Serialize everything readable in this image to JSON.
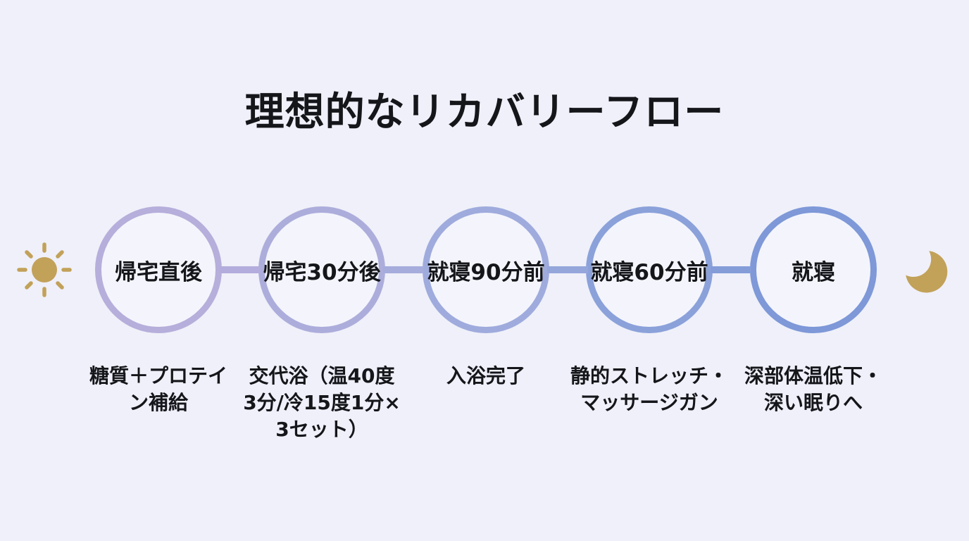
{
  "title": "理想的なリカバリーフロー",
  "colors": {
    "background": "#eff0f9",
    "text": "#14161a",
    "circle_fill": "#f4f5fc",
    "icon_gold": "#c2a159"
  },
  "icons": {
    "left": "sun-icon",
    "right": "moon-icon"
  },
  "steps": [
    {
      "time": "帰宅直後",
      "detail": "糖質＋プロテイ\nン補給",
      "circle_color": "#b6aedb"
    },
    {
      "time": "帰宅30分後",
      "detail": "交代浴（温40度\n3分/冷15度1分×\n3セット）",
      "circle_color": "#adaddc"
    },
    {
      "time": "就寝90分前",
      "detail": "入浴完了",
      "circle_color": "#9fabdd"
    },
    {
      "time": "就寝60分前",
      "detail": "静的ストレッチ・\nマッサージガン",
      "circle_color": "#8ba1da"
    },
    {
      "time": "就寝",
      "detail": "深部体温低下・\n深い眠りへ",
      "circle_color": "#7e98d8"
    }
  ],
  "connector_colors": [
    "#b2addc",
    "#a6acdc",
    "#95a6db",
    "#849dd9"
  ]
}
